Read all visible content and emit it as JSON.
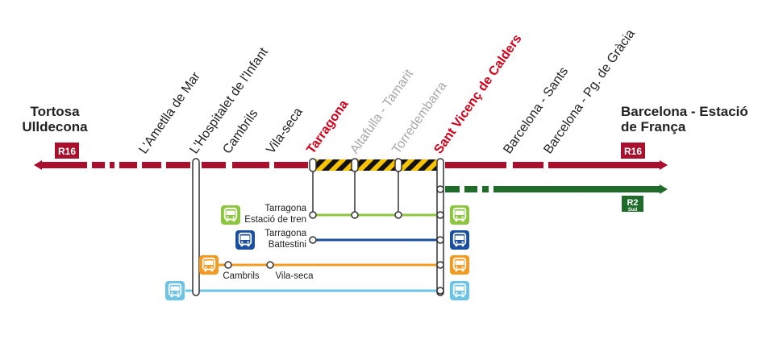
{
  "colors": {
    "r16": "#a8102d",
    "r2sud": "#1f6b2a",
    "bus_green": "#8cc63e",
    "bus_blue": "#1a4f9e",
    "bus_orange": "#f39a1f",
    "bus_lightblue": "#6cc3e8",
    "highlight_red": "#d4001a",
    "closed_grey": "#a8a8a8"
  },
  "terminals": {
    "west_line1": "Tortosa",
    "west_line2": "Ulldecona",
    "east_line1": "Barcelona - Estació",
    "east_line2": "de França"
  },
  "badges": {
    "r16_west": "R16",
    "r16_east": "R16",
    "r2": "R2",
    "r2_sub": "Sud"
  },
  "stations": [
    {
      "name": "L'Ametlla de Mar",
      "style": "normal"
    },
    {
      "name": "L'Hospitalet de l'Infant",
      "style": "normal"
    },
    {
      "name": "Cambrils",
      "style": "normal"
    },
    {
      "name": "Vila-seca",
      "style": "normal"
    },
    {
      "name": "Tarragona",
      "style": "highlight"
    },
    {
      "name": "Altafulla - Tamarit",
      "style": "closed"
    },
    {
      "name": "Torredembarra",
      "style": "closed"
    },
    {
      "name": "Sant Vicenç de Calders",
      "style": "highlight"
    },
    {
      "name": "Barcelona - Sants",
      "style": "normal"
    },
    {
      "name": "Barcelona - Pg. de Gràcia",
      "style": "normal"
    }
  ],
  "bus_stops": {
    "green_line1": "Tarragona",
    "green_line2": "Estació de tren",
    "blue_line1": "Tarragona",
    "blue_line2": "Battestini",
    "orange_stop1": "Cambrils",
    "orange_stop2": "Vila-seca"
  },
  "icons": {
    "bus": "bus-icon",
    "arrow": "arrow-icon"
  }
}
